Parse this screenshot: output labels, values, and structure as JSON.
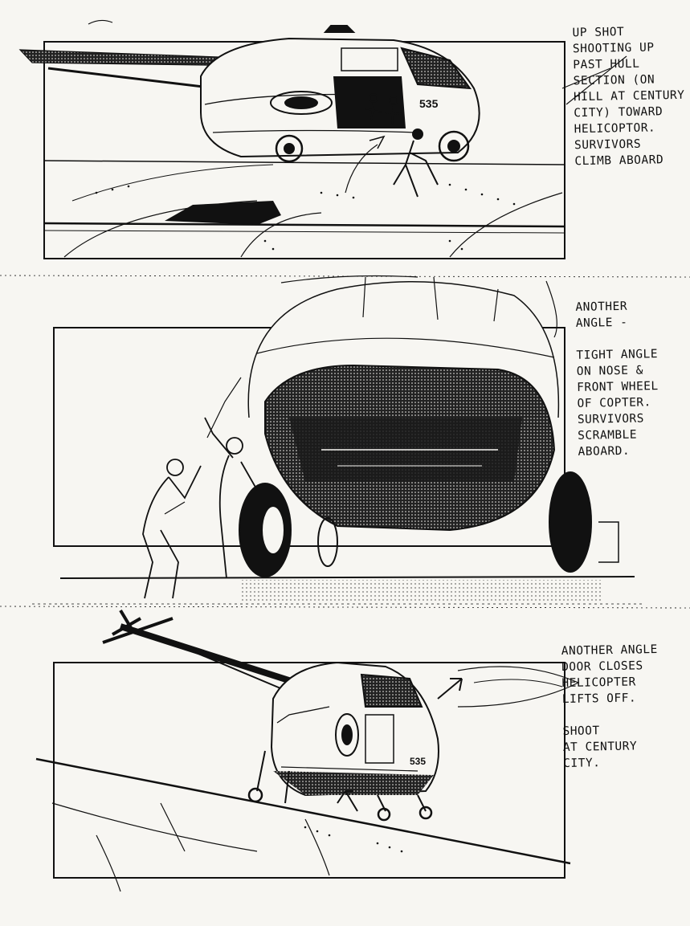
{
  "panels": [
    {
      "notes": [
        "UP SHOT",
        "SHOOTING UP",
        "PAST HULL",
        "SECTION (ON",
        "HILL AT CENTURY",
        "CITY) TOWARD",
        "HELICOPTOR.",
        "SURVIVORS",
        "CLIMB ABOARD"
      ]
    },
    {
      "notes": [
        "ANOTHER",
        "ANGLE -",
        "",
        "TIGHT ANGLE",
        "ON NOSE &",
        "FRONT WHEEL",
        "OF COPTER.",
        "SURVIVORS",
        "SCRAMBLE",
        "ABOARD."
      ]
    },
    {
      "notes": [
        "ANOTHER ANGLE",
        "DOOR CLOSES",
        "HELICOPTER",
        "LIFTS OFF.",
        "",
        "SHOOT",
        "AT CENTURY",
        "CITY."
      ]
    }
  ],
  "helicopter_marking": "535",
  "colors": {
    "paper": "#f7f6f2",
    "ink": "#111111"
  }
}
